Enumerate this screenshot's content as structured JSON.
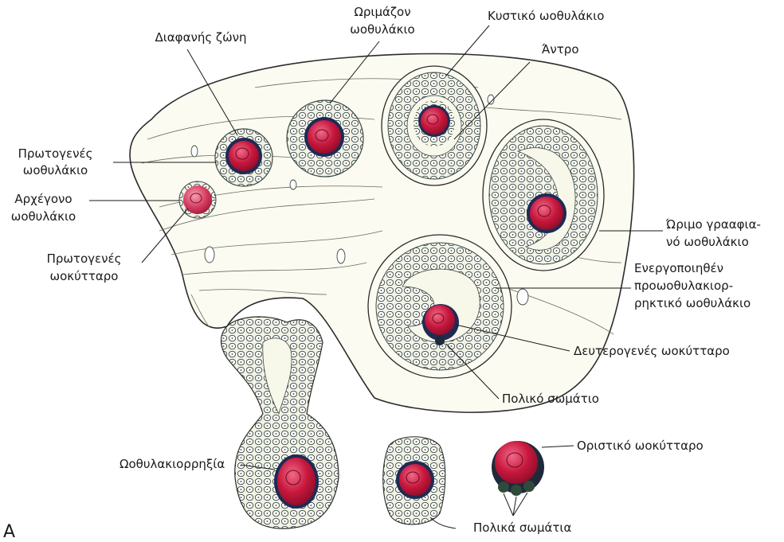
{
  "labels": {
    "diafanis_zoni": "Διαφανής ζώνη",
    "orimazon_1": "Ωριμάζον",
    "orimazon_2": "ωοθυλάκιο",
    "kystiko": "Κυστικό ωοθυλάκιο",
    "antro": "Άντρο",
    "protogenes_wothylakio_1": "Πρωτογενές",
    "protogenes_wothylakio_2": "ωοθυλάκιο",
    "archegono_1": "Αρχέγονο",
    "archegono_2": "ωοθυλάκιο",
    "protogenes_wokyttaro_1": "Πρωτογενές",
    "protogenes_wokyttaro_2": "ωοκύτταρο",
    "orimo_1": "Ώριμο γρααφια-",
    "orimo_2": "νό ωοθυλάκιο",
    "energopoiithen_1": "Ενεργοποιηθέν",
    "energopoiithen_2": "προωοθυλακιορ-",
    "energopoiithen_3": "ρηκτικό ωοθυλάκιο",
    "deuterogenes": "Δευτερογενές ωοκύτταρο",
    "poliko_somatio": "Πολικό σωμάτιο",
    "wothylakiorrixia": "Ωοθυλακιορρηξία",
    "oristiko": "Οριστικό ωοκύτταρο",
    "polika_somatia": "Πολικά σωμάτια",
    "corner": "A"
  },
  "colors": {
    "oocyte": "#c8173d",
    "oocyte_light": "#e04a6a",
    "zona": "#1f2a55",
    "cell_stroke": "#3c4a44",
    "granulosa_fill": "#f2f3e6",
    "ovary_outline": "#2b2b2b",
    "ovary_fill": "#fbfbf1",
    "antrum_fill": "#f7f7ea",
    "leader": "#1a1a1a",
    "text": "#1a1a1a"
  }
}
